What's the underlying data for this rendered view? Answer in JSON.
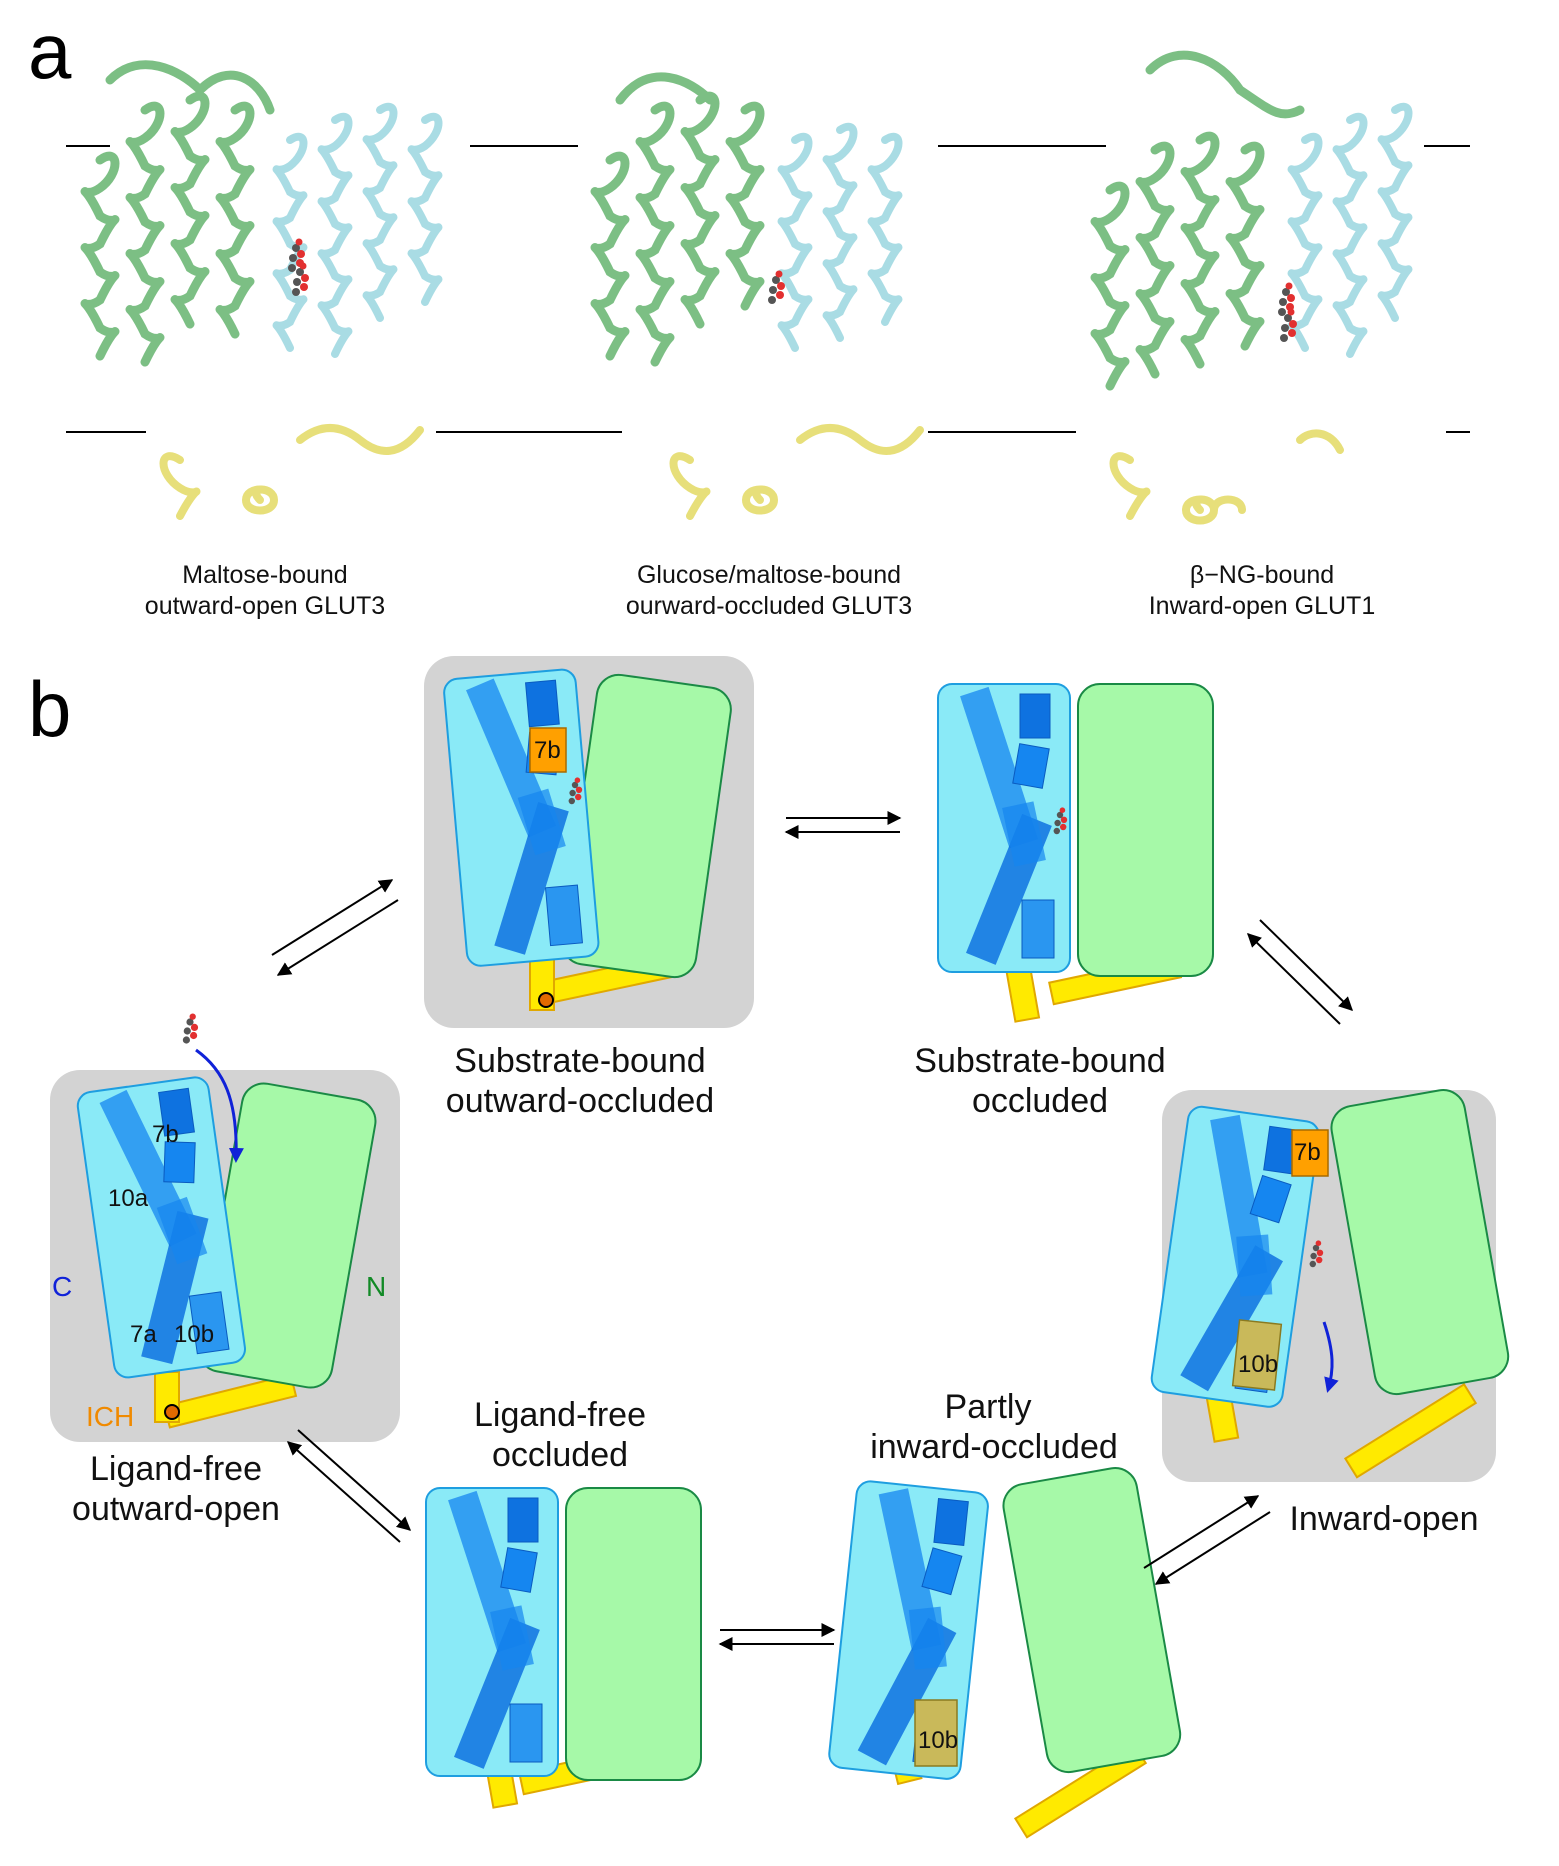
{
  "panel_a": {
    "letter": "a",
    "structures": [
      {
        "line1": "Maltose-bound",
        "line2": "outward-open GLUT3"
      },
      {
        "line1": "Glucose/maltose-bound",
        "line2": "ourward-occluded GLUT3"
      },
      {
        "line1": "β−NG-bound",
        "line2": "Inward-open GLUT1"
      }
    ]
  },
  "panel_b": {
    "letter": "b",
    "states": [
      {
        "line1": "Substrate-bound",
        "line2": "outward-occluded"
      },
      {
        "line1": "Substrate-bound",
        "line2": "occluded"
      },
      {
        "line1": "Inward-open",
        "line2": ""
      },
      {
        "line1": "Partly",
        "line2": "inward-occluded"
      },
      {
        "line1": "Ligand-free",
        "line2": "occluded"
      },
      {
        "line1": "Ligand-free",
        "line2": "outward-open"
      }
    ],
    "labels": {
      "h7b": "7b",
      "h10a": "10a",
      "h7a": "7a",
      "h10b": "10b",
      "c_domain": "C",
      "n_domain": "N",
      "ich": "ICH"
    }
  },
  "colors": {
    "n_domain_green": "#a6f9a8",
    "c_domain_cyan": "#8aeaf7",
    "helix_blue": "#1586f0",
    "gate_orange": "#ffa000",
    "gate_olive": "#c9b95a",
    "ich_yellow": "#ffea00",
    "highlight_box": "#d3d3d3",
    "arrow_blue": "#1022d8",
    "label_orange": "#f08a00",
    "label_green": "#128a26"
  }
}
